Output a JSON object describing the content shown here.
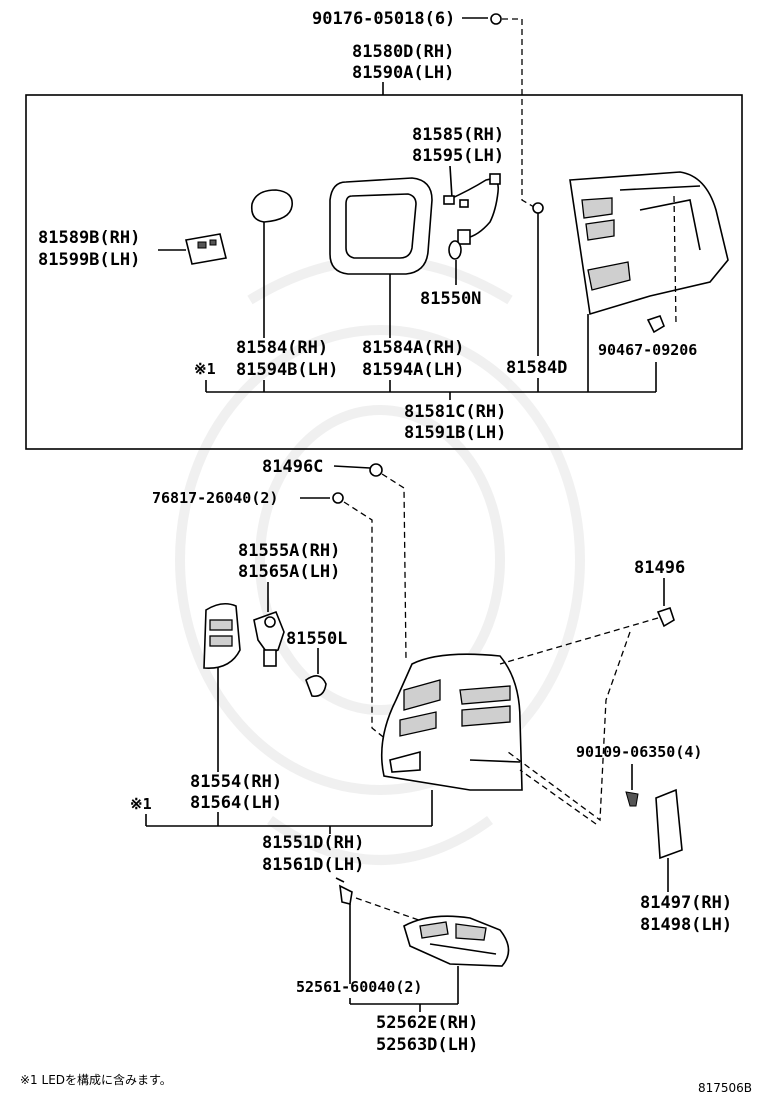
{
  "labels": {
    "bolt_top": "90176-05018(6)",
    "lamp_upper_rh": "81580D(RH)",
    "lamp_upper_lh": "81590A(LH)",
    "socket_upper_rh": "81585(RH)",
    "socket_upper_lh": "81595(LH)",
    "module_rh": "81589B(RH)",
    "module_lh": "81599B(LH)",
    "bulb_upper": "81550N",
    "lens_small_rh": "81584(RH)",
    "lens_small_lh": "81594B(LH)",
    "lens_frame_rh": "81584A(RH)",
    "lens_frame_lh": "81594A(LH)",
    "gasket": "81584D",
    "clip_upper": "90467-09206",
    "note_mark": "※1",
    "sub_upper_rh": "81581C(RH)",
    "sub_upper_lh": "81591B(LH)",
    "grommet": "81496C",
    "screw_nut": "76817-26040(2)",
    "socket_lower_rh": "81555A(RH)",
    "socket_lower_lh": "81565A(LH)",
    "bulb_lower": "81550L",
    "clip_right": "81496",
    "screw_right": "90109-06350(4)",
    "lens_lower_rh": "81554(RH)",
    "lens_lower_lh": "81564(LH)",
    "sub_lower_rh": "81551D(RH)",
    "sub_lower_lh": "81561D(LH)",
    "cover_rh": "81497(RH)",
    "cover_lh": "81498(LH)",
    "screw_bottom": "52561-60040(2)",
    "bracket_rh": "52562E(RH)",
    "bracket_lh": "52563D(LH)",
    "footnote": "※1 LEDを構成に含みます。",
    "diagram_code": "817506B"
  }
}
